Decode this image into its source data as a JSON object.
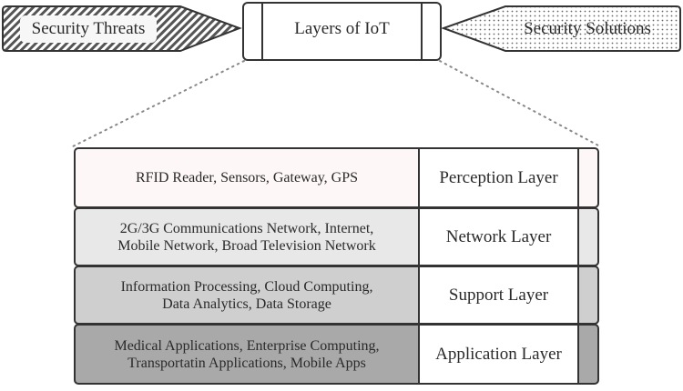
{
  "diagram": {
    "title": "Layers of IoT",
    "left_arrow": {
      "label": "Security Threats",
      "pattern": "diagonal-hatch"
    },
    "right_arrow": {
      "label": "Security Solutions",
      "pattern": "dots"
    },
    "layers": [
      {
        "name": "Perception Layer",
        "description": "RFID Reader, Sensors, Gateway, GPS",
        "fill": "#fdf7f7"
      },
      {
        "name": "Network Layer",
        "description_lines": [
          "2G/3G Communications Network, Internet,",
          "Mobile Network, Broad Television Network"
        ],
        "fill": "#e8e8e8"
      },
      {
        "name": "Support Layer",
        "description_lines": [
          "Information Processing, Cloud Computing,",
          "Data Analytics, Data Storage"
        ],
        "fill": "#cfcfcf"
      },
      {
        "name": "Application Layer",
        "description_lines": [
          "Medical Applications, Enterprise Computing,",
          "Transportatin Applications, Mobile Apps"
        ],
        "fill": "#a9a9a9"
      }
    ]
  }
}
